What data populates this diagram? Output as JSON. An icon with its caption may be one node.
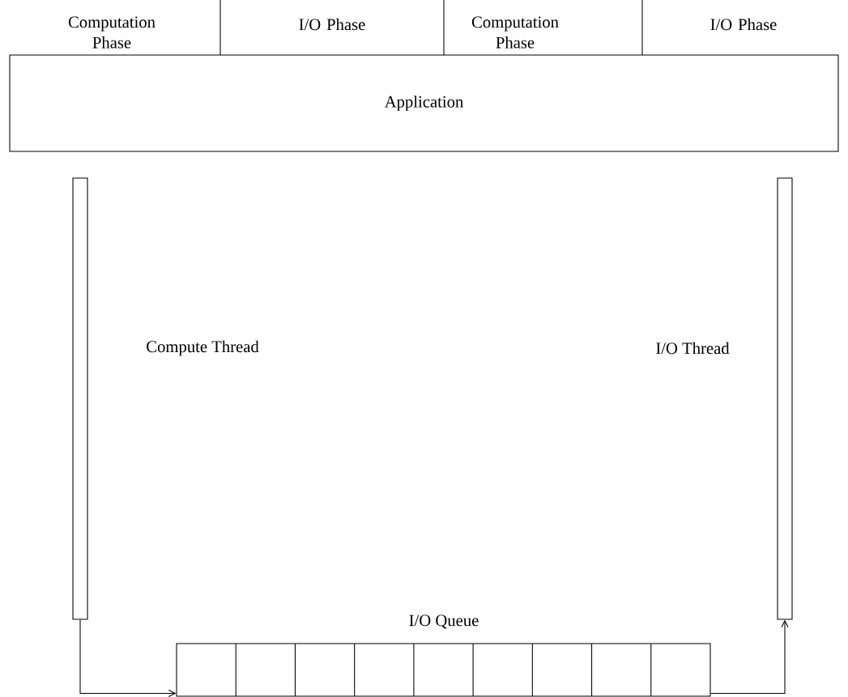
{
  "diagram": {
    "nodes": [
      {
        "text": [
          "Application"
        ]
      },
      {
        "text": [],
        "shape": "bar",
        "beside": [
          "Compute Thread"
        ]
      },
      {
        "text": [],
        "shape": "bar",
        "beside": [
          "I/O Thread"
        ]
      },
      {
        "text": [],
        "shape": "box",
        "beside": [
          "I/O Queue"
        ]
      }
    ],
    "edges": [
      {
        "from": 1,
        "to": 3,
        "arrow": "to"
      },
      {
        "from": 3,
        "to": 2,
        "arrow": "to"
      }
    ],
    "labels": [
      "Computation Phase",
      "I/O Phase",
      "Computation Phase",
      "I/O Phase"
    ]
  }
}
